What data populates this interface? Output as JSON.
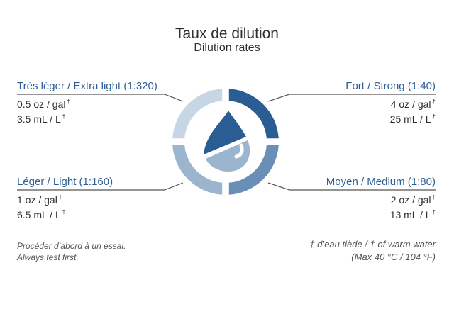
{
  "title": "Taux de dilution",
  "subtitle": "Dilution rates",
  "rates": {
    "extra_light": {
      "label": "Très léger / Extra light (1:320)",
      "oz": "0.5 oz / gal",
      "ml": "3.5 mL / L"
    },
    "light": {
      "label": "Léger / Light (1:160)",
      "oz": "1 oz / gal",
      "ml": "6.5 mL / L"
    },
    "strong": {
      "label": "Fort / Strong (1:40)",
      "oz": "4 oz / gal",
      "ml": "25 mL / L"
    },
    "medium": {
      "label": "Moyen / Medium (1:80)",
      "oz": "2 oz / gal",
      "ml": "13 mL / L"
    }
  },
  "dagger": "†",
  "notes": {
    "test_fr": "Procéder d’abord à un essai.",
    "test_en": "Always test first.",
    "water": "† d’eau tiède / † of warm water",
    "temp": "(Max 40 °C / 104 °F)"
  },
  "colors": {
    "segment_extra_light": "#c7d6e5",
    "segment_light": "#9bb5cf",
    "segment_medium": "#6a8fb6",
    "segment_strong": "#2a5d93",
    "drop_dark": "#2a5d93",
    "drop_light": "#9bb5cf",
    "heading_text": "#2f5e94"
  },
  "icons": {
    "center": "water-drop-icon"
  }
}
